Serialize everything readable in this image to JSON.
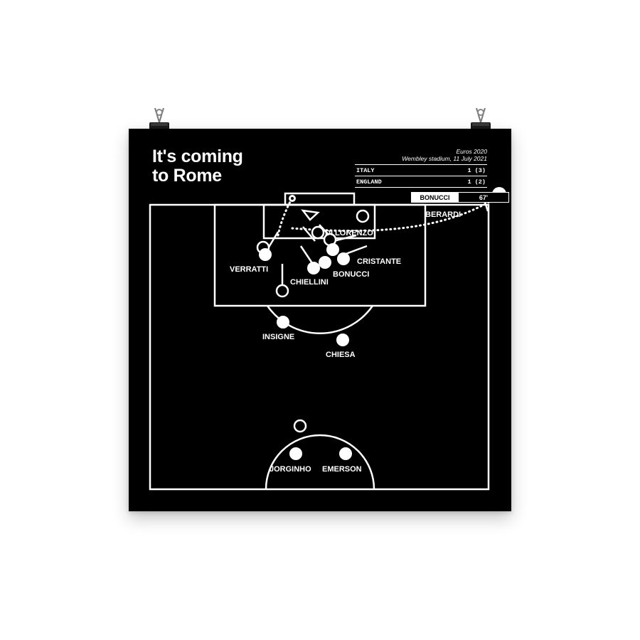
{
  "poster": {
    "title_line1": "It's coming",
    "title_line2": "to Rome",
    "competition": "Euros 2020",
    "venue": "Wembley stadium, 11 July 2021",
    "teams": [
      {
        "name": "ITALY",
        "score": "1 (3)"
      },
      {
        "name": "ENGLAND",
        "score": "1 (2)"
      }
    ],
    "goal": {
      "scorer": "BONUCCI",
      "minute": "67'"
    }
  },
  "players": {
    "berardi": "BERARDI",
    "di_lorenzo": "DI LORENZO",
    "verratti": "VERRATTI",
    "cristante": "CRISTANTE",
    "bonucci": "BONUCCI",
    "chiellini": "CHIELLINI",
    "insigne": "INSIGNE",
    "chiesa": "CHIESA",
    "jorginho": "JORGINHO",
    "emerson": "EMERSON"
  },
  "colors": {
    "background": "#000000",
    "lines": "#ffffff",
    "page": "#ffffff"
  },
  "icons": [
    "binder-clip-icon",
    "football-icon"
  ]
}
